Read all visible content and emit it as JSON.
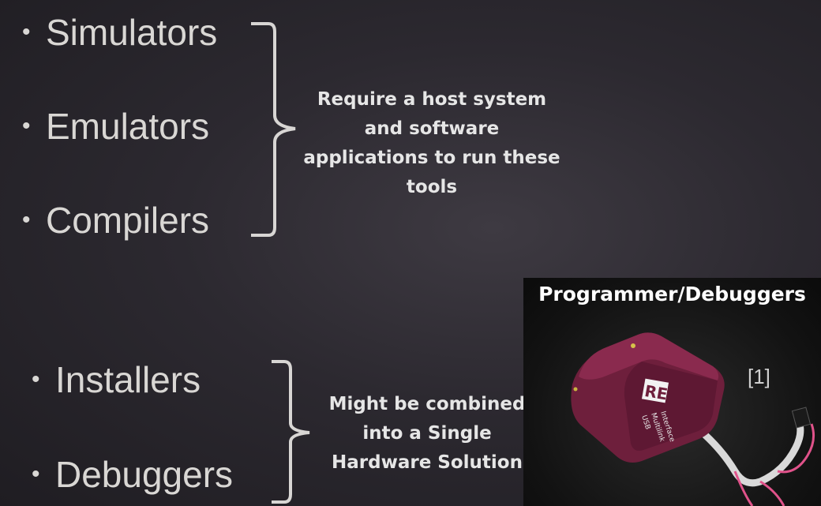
{
  "group1": {
    "items": [
      "Simulators",
      "Emulators",
      "Compilers"
    ],
    "note_lines": [
      "Require a host system",
      "and software",
      "applications to run these",
      "tools"
    ]
  },
  "group2": {
    "items": [
      "Installers",
      "Debuggers"
    ],
    "note_lines": [
      "Might be combined",
      "into a Single",
      "Hardware Solution"
    ]
  },
  "panel": {
    "title": "Programmer/Debuggers",
    "reference": "[1]",
    "device_labels": [
      "RE",
      "USB",
      "Multilink",
      "Interface"
    ]
  },
  "colors": {
    "device": "#6e1f3c",
    "background": "#2c2930",
    "cable_pink": "#e0528a"
  }
}
